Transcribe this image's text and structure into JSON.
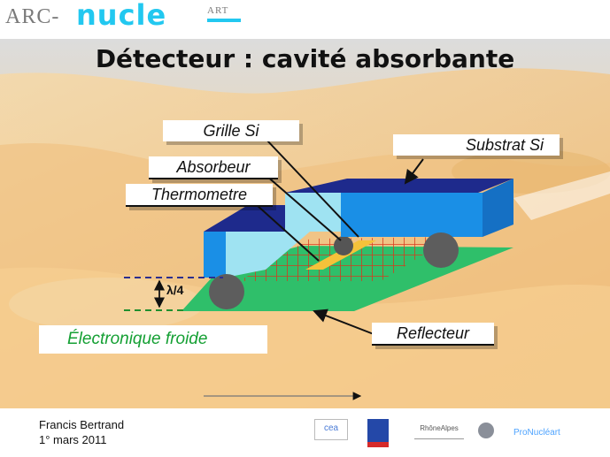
{
  "logo": {
    "prefix": "ARC-",
    "word": "nucle",
    "suffix": "ART"
  },
  "title": "Détecteur : cavité absorbante",
  "labels": {
    "grille": "Grille Si",
    "substrat": "Substrat Si",
    "absorbeur": "Absorbeur",
    "thermometre": "Thermometre",
    "lambda": "λ/4",
    "electronique": "Électronique froide",
    "reflecteur": "Reflecteur"
  },
  "footer": {
    "author": "Francis Bertrand",
    "date": "1° mars 2011",
    "logo_cea": "cea",
    "logo_rhone": "RhôneAlpes",
    "pronucleart": "ProNucléart"
  },
  "colors": {
    "accent": "#22c8f0",
    "block_front": "#1a8fe6",
    "block_top": "#1e2a8c",
    "reflector": "#2fbf6a",
    "grid": "#d9361b",
    "absorber": "#f5c23a",
    "electronique": "#15a034",
    "lambda_lines": "#2b2e8e"
  }
}
